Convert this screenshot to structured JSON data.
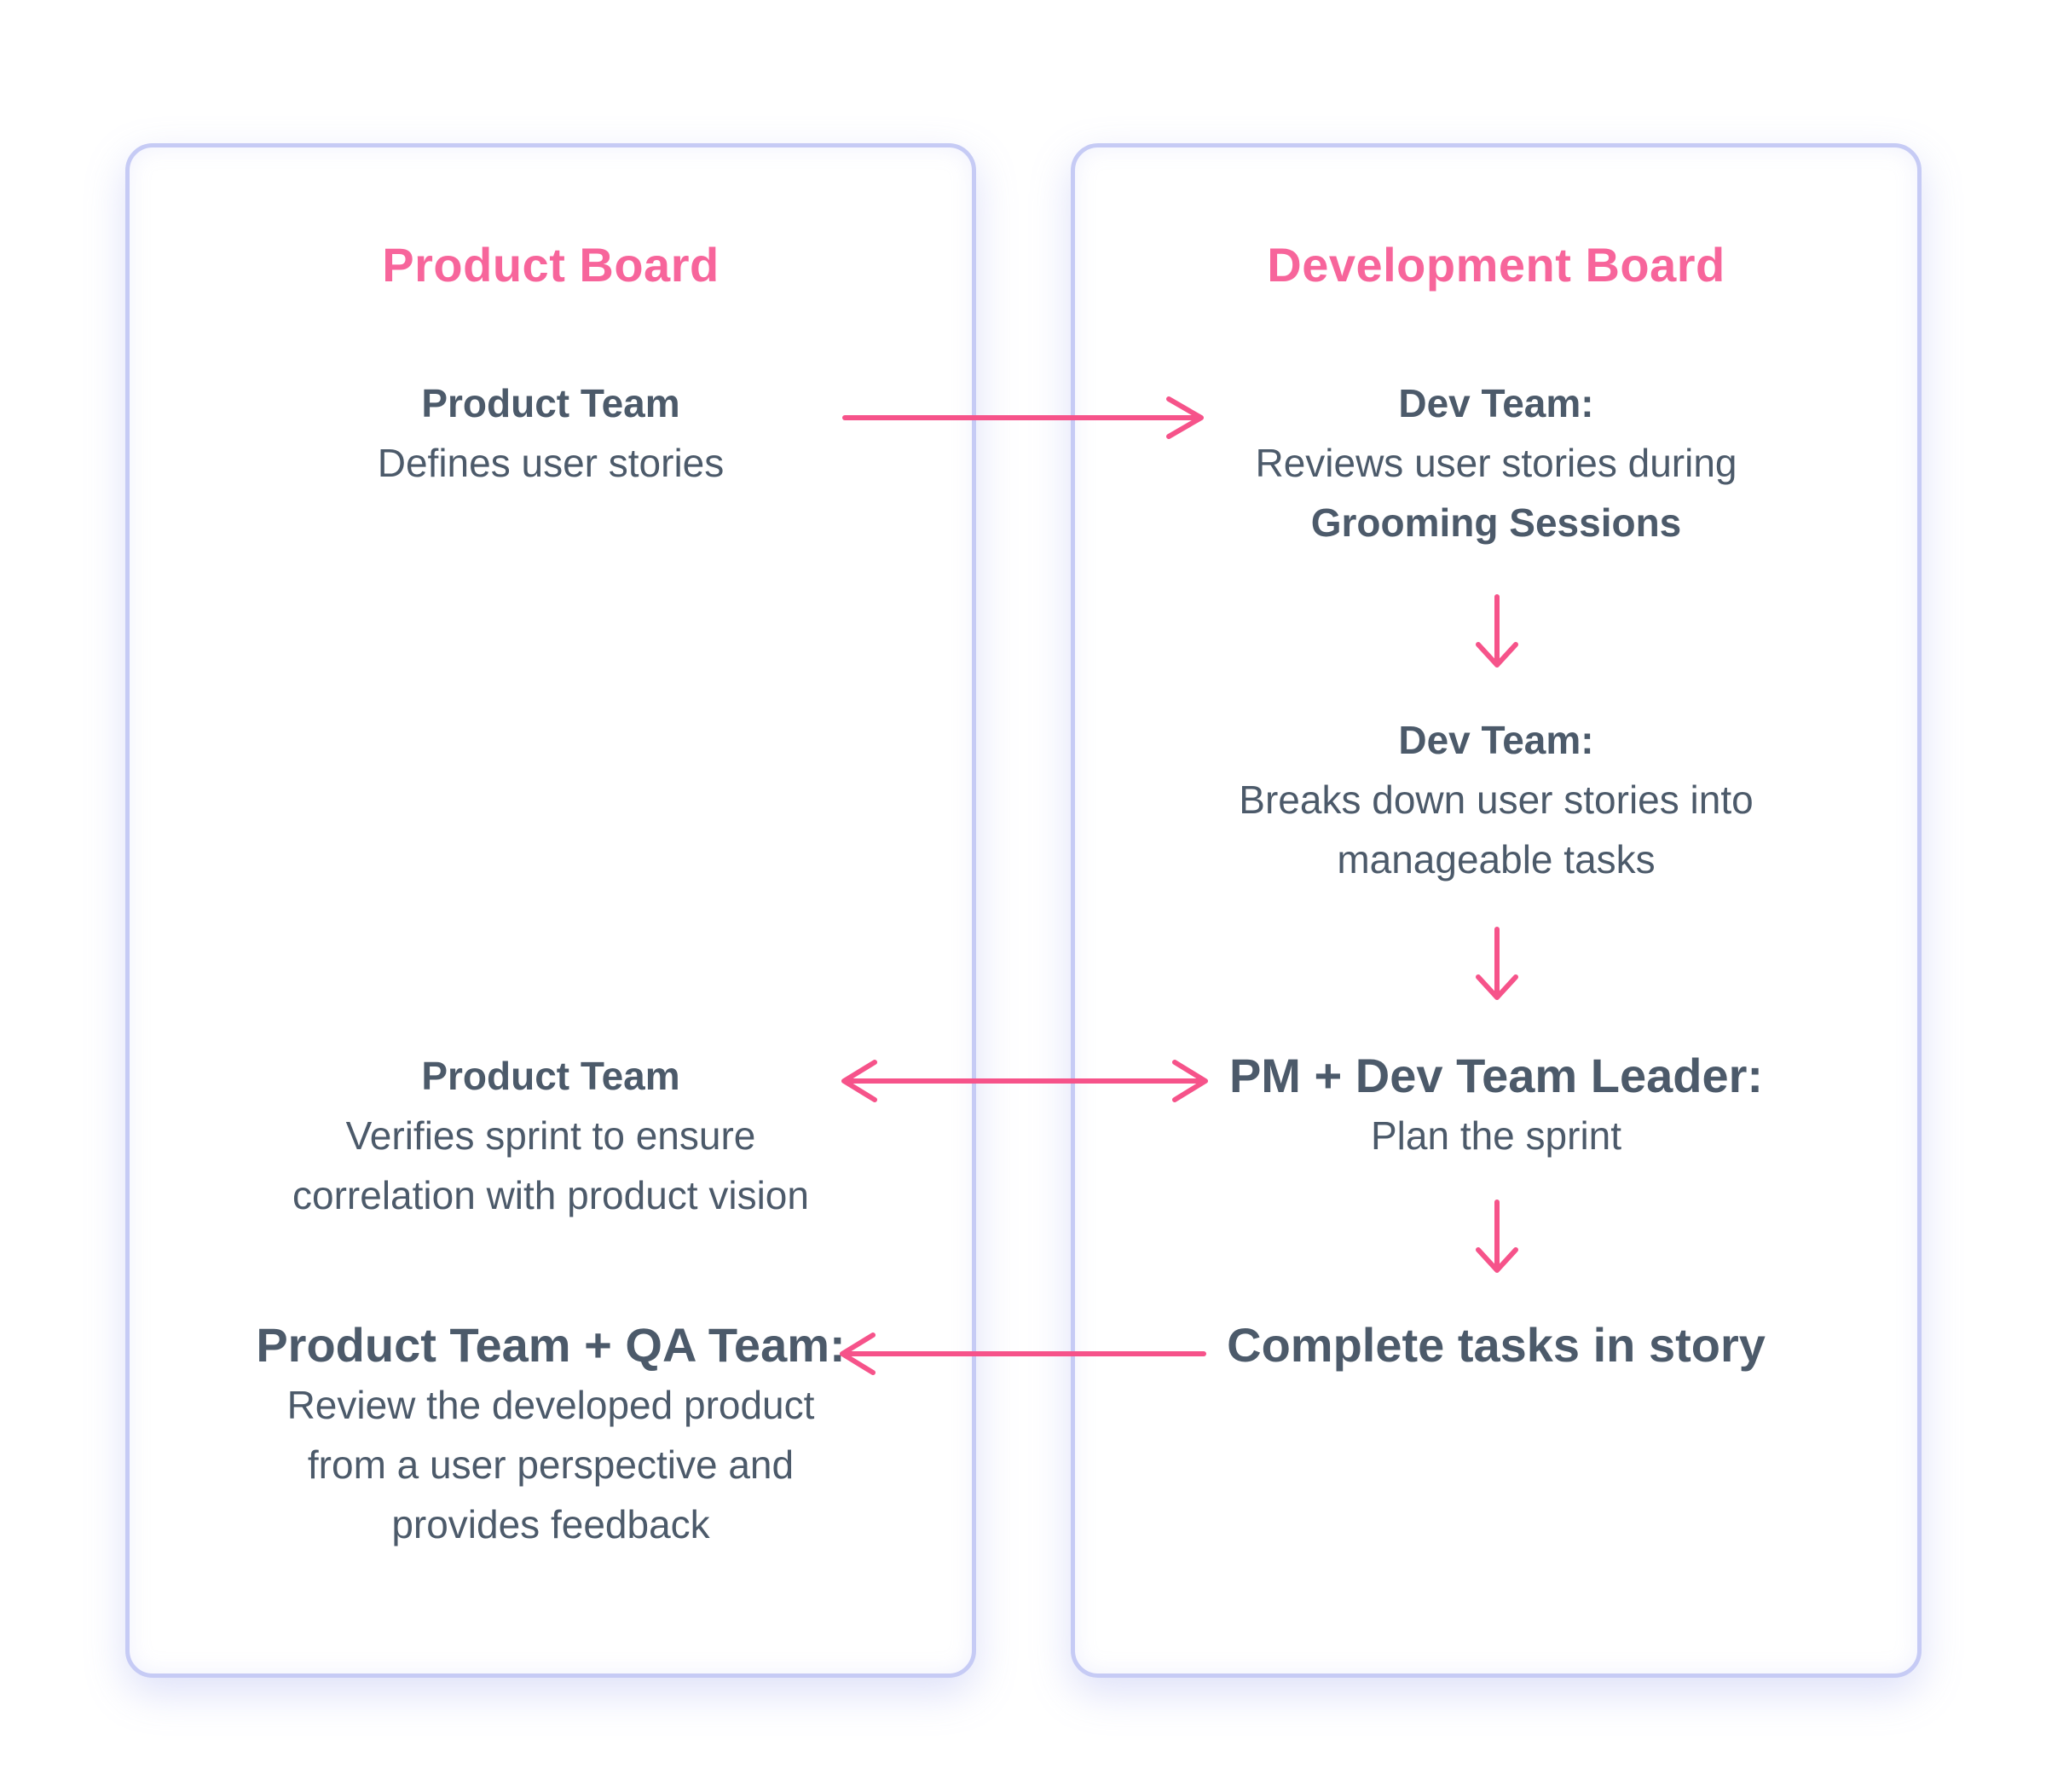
{
  "colors": {
    "page_bg": "#ffffff",
    "card_bg": "#ffffff",
    "card_border": "#c6cbf5",
    "title_pink": "#f7659b",
    "arrow_pink": "#f6538a",
    "text": "#4c5a6a"
  },
  "product_board": {
    "title": "Product Board",
    "block1": {
      "heading": "Product Team",
      "line1": "Defines user stories"
    },
    "block2": {
      "heading": "Product Team",
      "line1": "Verifies sprint to ensure",
      "line2": "correlation with product vision"
    },
    "block3": {
      "heading": "Product Team + QA Team:",
      "line1": "Review the developed product",
      "line2": "from a user perspective and",
      "line3": "provides feedback"
    }
  },
  "development_board": {
    "title": "Development Board",
    "block1": {
      "heading": "Dev Team:",
      "line1": "Reviews user stories during",
      "emphasis": "Grooming Sessions"
    },
    "block2": {
      "heading": "Dev Team:",
      "line1": "Breaks down user stories into",
      "line2": "manageable tasks"
    },
    "block3": {
      "heading": "PM + Dev Team Leader:",
      "line1": "Plan the sprint"
    },
    "block4": {
      "heading": "Complete tasks in story"
    }
  },
  "arrows": {
    "product_to_dev_direction": "right",
    "sprint_plan_direction": "both",
    "complete_to_review_direction": "left",
    "down_arrow_count": 3
  }
}
